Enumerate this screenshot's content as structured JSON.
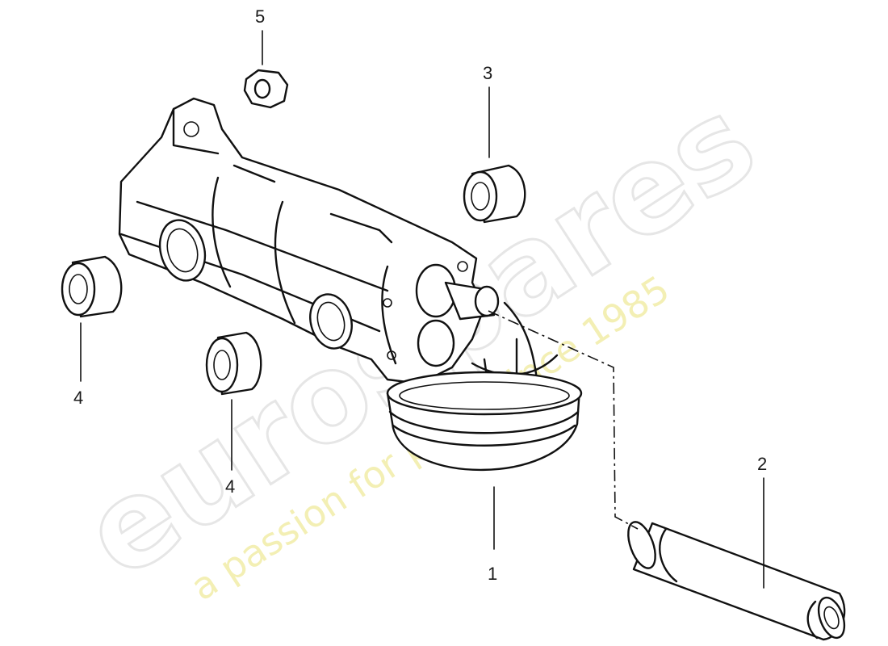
{
  "callouts": [
    {
      "id": "part-1",
      "label": "1"
    },
    {
      "id": "part-2",
      "label": "2"
    },
    {
      "id": "part-3",
      "label": "3"
    },
    {
      "id": "part-4a",
      "label": "4"
    },
    {
      "id": "part-4b",
      "label": "4"
    },
    {
      "id": "part-5",
      "label": "5"
    }
  ],
  "watermark": {
    "brand": "eurospares",
    "tagline": "a passion for parts since 1985"
  }
}
